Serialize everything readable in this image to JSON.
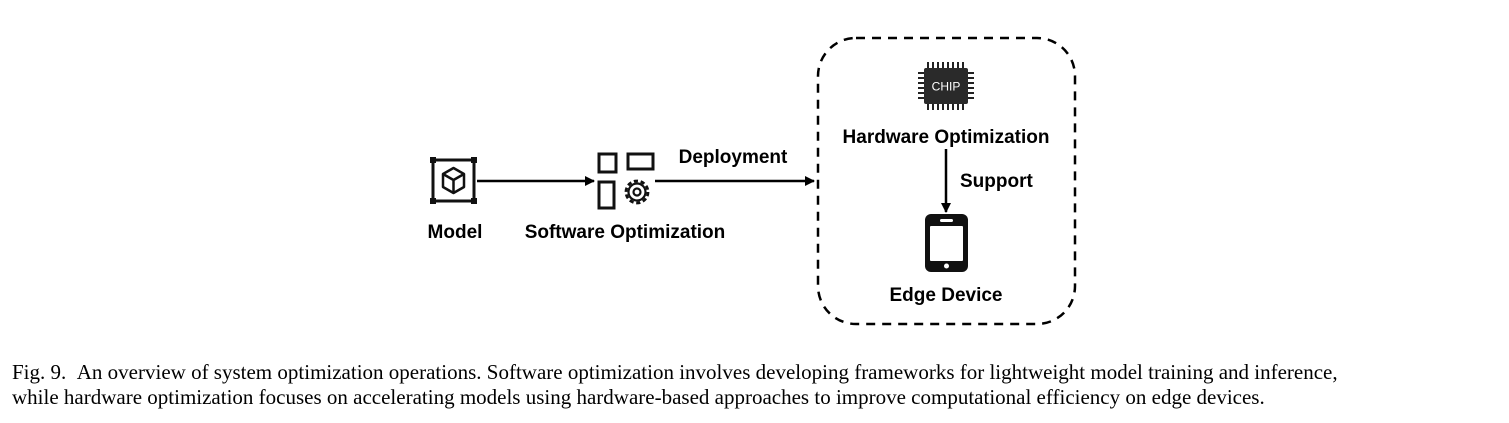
{
  "diagram": {
    "model_label": "Model",
    "software_label": "Software Optimization",
    "deployment_label": "Deployment",
    "hardware_label": "Hardware Optimization",
    "chip_text": "CHIP",
    "support_label": "Support",
    "edge_label": "Edge Device"
  },
  "caption": {
    "fig_number": "Fig. 9.",
    "line1": "An overview of system optimization operations. Software optimization involves developing frameworks for lightweight model training and inference,",
    "line2": "while hardware optimization focuses on accelerating models using hardware-based approaches to improve computational efficiency on edge devices."
  }
}
